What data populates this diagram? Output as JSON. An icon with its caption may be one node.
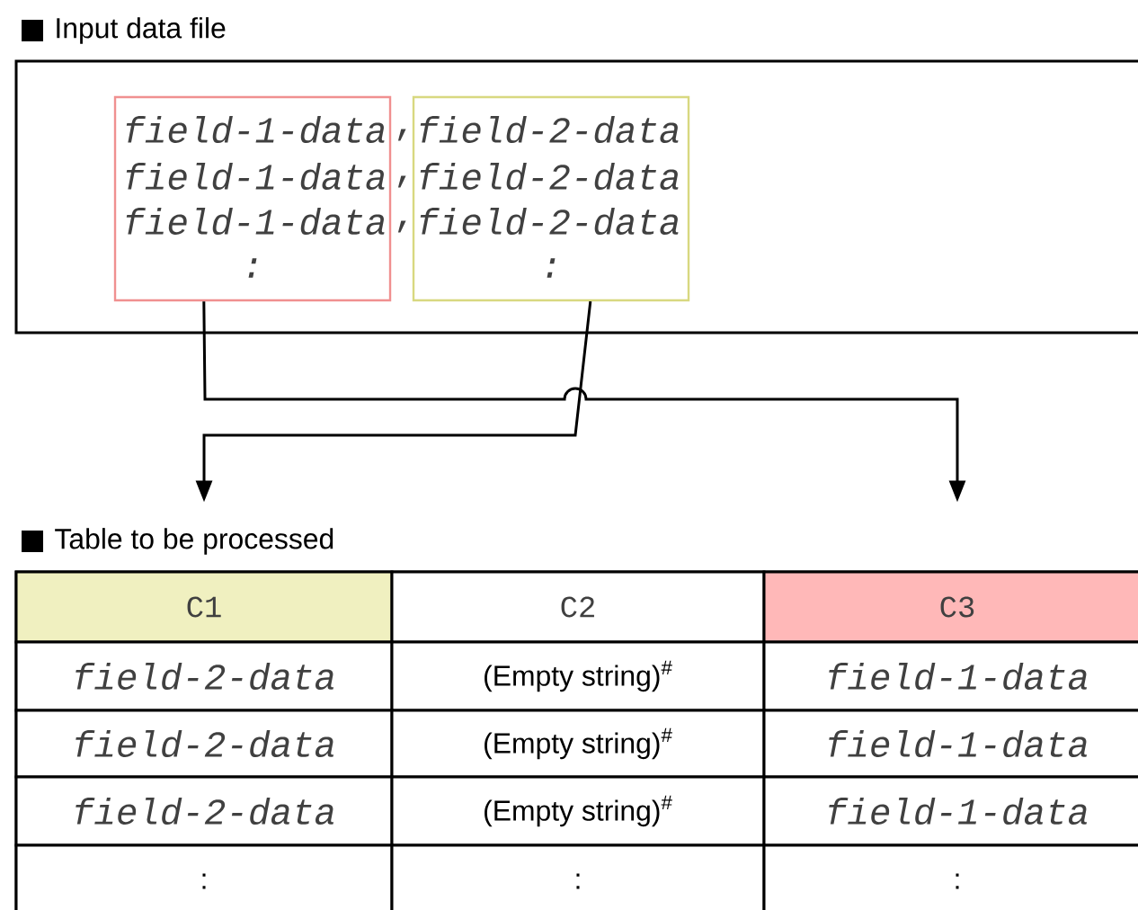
{
  "diagram": {
    "nodes": [
      {
        "text": [
          "Input data file"
        ]
      },
      {
        "text": [
          "field-1-data",
          "field-1-data",
          "field-1-data",
          ":"
        ],
        "in": 0
      },
      {
        "text": [
          "field-2-data",
          "field-2-data",
          "field-2-data",
          ":"
        ],
        "in": 0
      },
      {
        "text": [
          "Table to be processed"
        ]
      },
      {
        "text": [
          "C1"
        ],
        "in": 3
      },
      {
        "text": [
          "C2"
        ],
        "in": 3
      },
      {
        "text": [
          "C3"
        ],
        "in": 3
      },
      {
        "text": [
          "field-2-data"
        ],
        "in": 3
      },
      {
        "text": [
          "(Empty string)$^{#}$"
        ],
        "in": 3
      },
      {
        "text": [
          "field-1-data"
        ],
        "in": 3
      },
      {
        "text": [
          "field-2-data"
        ],
        "in": 3
      },
      {
        "text": [
          "(Empty string)$^{#}$"
        ],
        "in": 3
      },
      {
        "text": [
          "field-1-data"
        ],
        "in": 3
      },
      {
        "text": [
          "field-2-data"
        ],
        "in": 3
      },
      {
        "text": [
          "(Empty string)$^{#}$"
        ],
        "in": 3
      },
      {
        "text": [
          "field-1-data"
        ],
        "in": 3
      },
      {
        "text": [
          ":"
        ],
        "in": 3
      },
      {
        "text": [
          ":"
        ],
        "in": 3
      },
      {
        "text": [
          ":"
        ],
        "in": 3
      }
    ],
    "edges": [
      {
        "from": 1,
        "to": 6,
        "arrow": "to"
      },
      {
        "from": 2,
        "to": 4,
        "arrow": "to"
      }
    ],
    "labels": [
      ",",
      ",",
      ","
    ]
  }
}
